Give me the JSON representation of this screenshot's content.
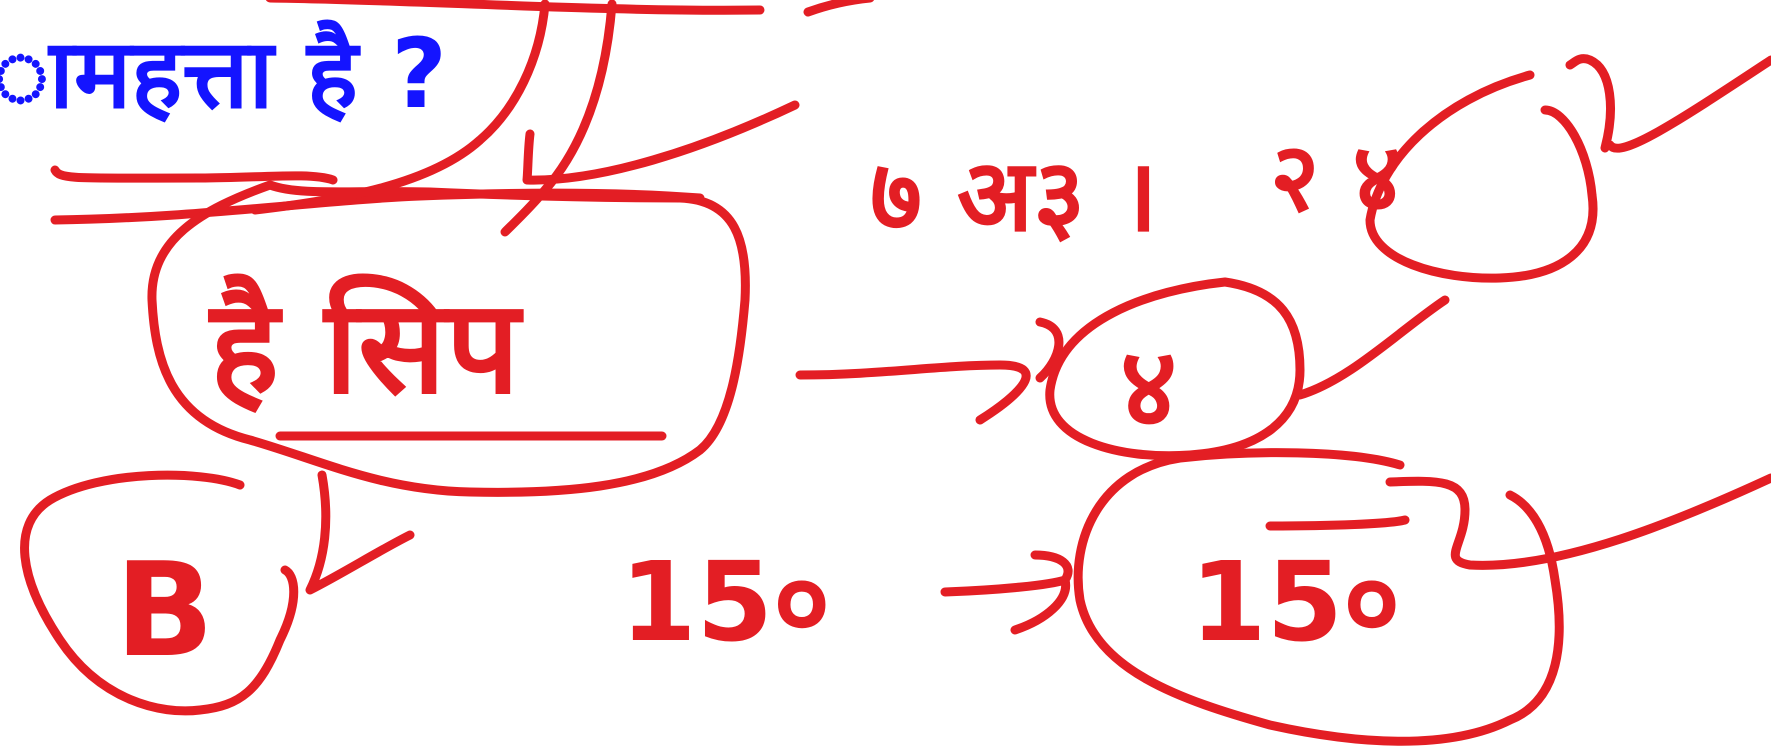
{
  "title": "ामहत्ता है ?",
  "colors": {
    "title": "#1414ff",
    "ink": "#e31e24",
    "background": "#ffffff"
  },
  "handwriting": {
    "top_center": "७ अ३ ।",
    "top_right": "२ ४",
    "box_main": "है सिप",
    "circle_left": "B",
    "middle_right": "४",
    "bottom_middle": "15०",
    "box_bottom_right": "15०"
  }
}
